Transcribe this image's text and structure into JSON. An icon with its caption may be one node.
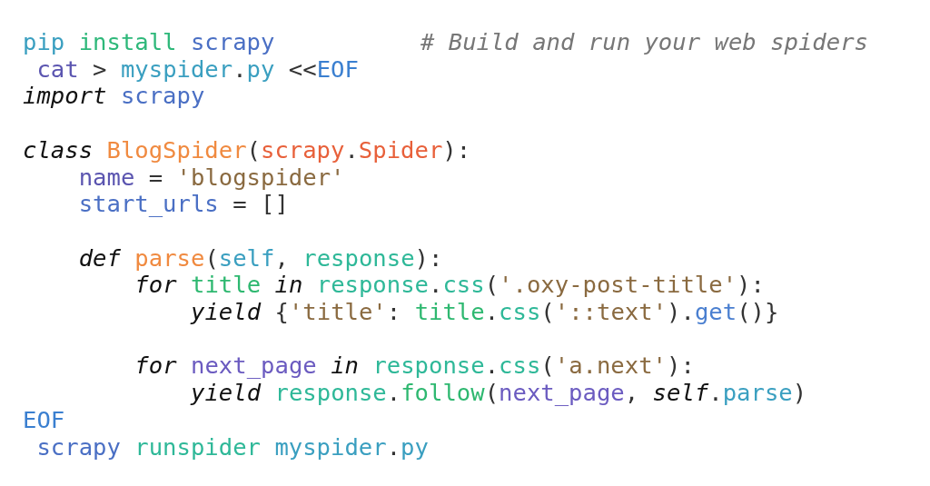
{
  "diagram": {
    "labels": [
      "pip install scrapy",
      "# Build and run your web spiders",
      "cat > myspider.py <<EOF",
      "import scrapy",
      "class BlogSpider(scrapy.Spider):",
      "name = 'blogspider'",
      "start_urls = []",
      "def parse(self, response):",
      "for title in response.css('.oxy-post-title'):",
      "yield {'title': title.css('::text').get()}",
      "for next_page in response.css('a.next'):",
      "yield response.follow(next_page, self.parse)",
      "EOF",
      "scrapy runspider myspider.py"
    ]
  }
}
